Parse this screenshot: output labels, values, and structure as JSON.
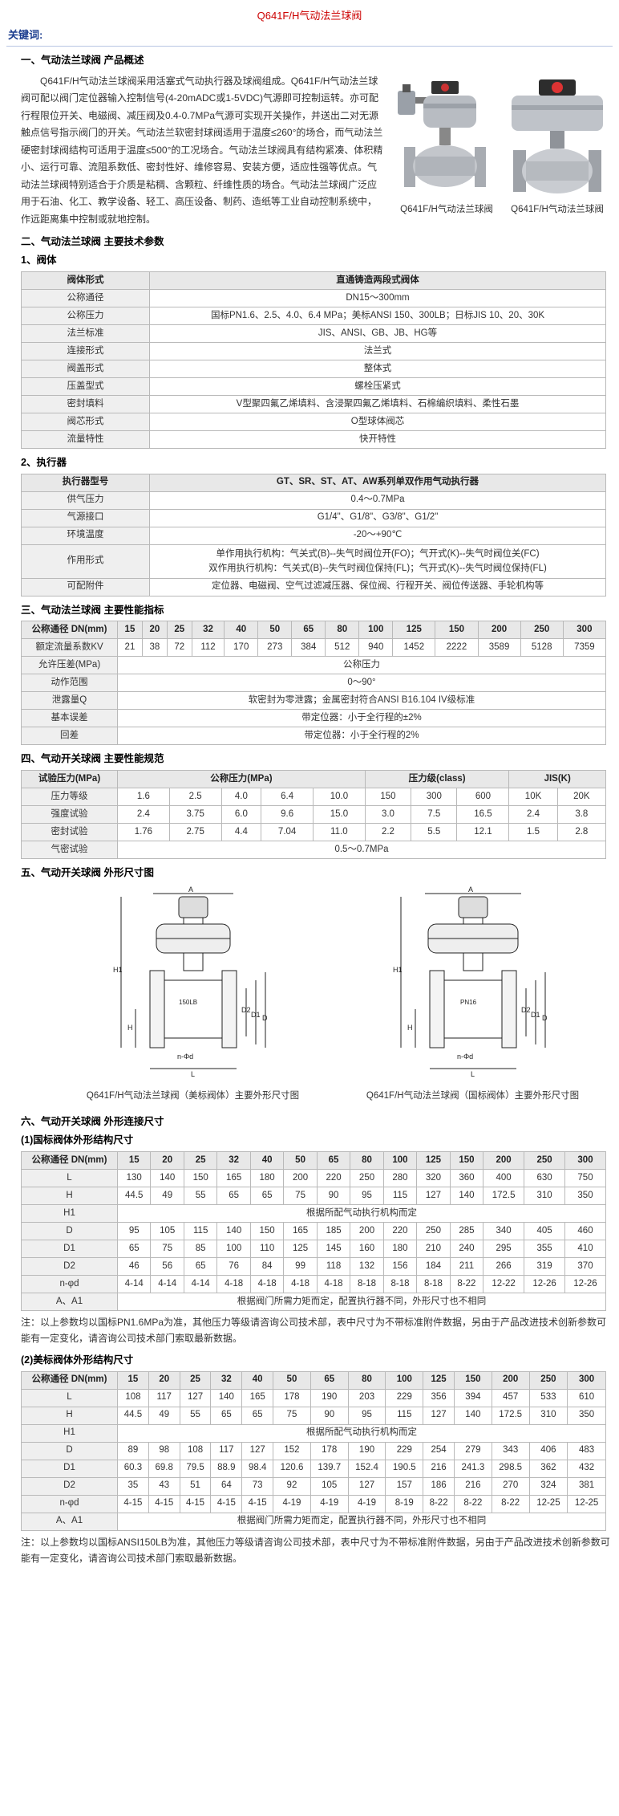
{
  "page_title": "Q641F/H气动法兰球阀",
  "keywords_label": "关键词:",
  "s1": {
    "heading": "一、气动法兰球阀 产品概述",
    "body": "Q641F/H气动法兰球阀采用活塞式气动执行器及球阀组成。Q641F/H气动法兰球阀可配以阀门定位器输入控制信号(4-20mADC或1-5VDC)气源即可控制运转。亦可配行程限位开关、电磁阀、减压阀及0.4-0.7MPa气源可实现开关操作，并送出二对无源触点信号指示阀门的开关。气动法兰软密封球阀适用于温度≤260°的场合，而气动法兰硬密封球阀结构可适用于温度≤500°的工况场合。气动法兰球阀具有结构紧凑、体积精小、运行可靠、流阻系数低、密封性好、维修容易、安装方便，适应性强等优点。气动法兰球阀特别适合于介质是粘稠、含颗粒、纤维性质的场合。气动法兰球阀广泛应用于石油、化工、教学设备、轻工、高压设备、制药、造纸等工业自动控制系统中，作远距离集中控制或就地控制。",
    "pic1_caption": "Q641F/H气动法兰球阀",
    "pic2_caption": "Q641F/H气动法兰球阀"
  },
  "s2": {
    "heading": "二、气动法兰球阀 主要技术参数",
    "sub1": "1、阀体",
    "valve_head": [
      "阀体形式",
      "直通铸造两段式阀体"
    ],
    "valve_rows": [
      [
        "公称通径",
        "DN15～300mm"
      ],
      [
        "公称压力",
        "国标PN1.6、2.5、4.0、6.4 MPa；美标ANSI 150、300LB；日标JIS 10、20、30K"
      ],
      [
        "法兰标准",
        "JIS、ANSI、GB、JB、HG等"
      ],
      [
        "连接形式",
        "法兰式"
      ],
      [
        "阀盖形式",
        "整体式"
      ],
      [
        "压盖型式",
        "螺栓压紧式"
      ],
      [
        "密封填料",
        "V型聚四氟乙烯填料、含浸聚四氟乙烯填料、石棉编织填料、柔性石墨"
      ],
      [
        "阀芯形式",
        "O型球体阀芯"
      ],
      [
        "流量特性",
        "快开特性"
      ]
    ],
    "sub2": "2、执行器",
    "act_head": [
      "执行器型号",
      "GT、SR、ST、AT、AW系列单双作用气动执行器"
    ],
    "act_rows": [
      [
        "供气压力",
        "0.4～0.7MPa"
      ],
      [
        "气源接口",
        "G1/4\"、G1/8\"、G3/8\"、G1/2\""
      ],
      [
        "环境温度",
        "-20～+90℃"
      ]
    ],
    "act_mode_label": "作用形式",
    "act_mode_line1": "单作用执行机构：气关式(B)--失气时阀位开(FO)；气开式(K)--失气时阀位关(FC)",
    "act_mode_line2": "双作用执行机构：气关式(B)--失气时阀位保持(FL)；气开式(K)--失气时阀位保持(FL)",
    "act_acc": [
      "可配附件",
      "定位器、电磁阀、空气过滤减压器、保位阀、行程开关、阀位传送器、手轮机构等"
    ]
  },
  "s3": {
    "heading": "三、气动法兰球阀 主要性能指标",
    "dn_label": "公称通径 DN(mm)",
    "dn": [
      "15",
      "20",
      "25",
      "32",
      "40",
      "50",
      "65",
      "80",
      "100",
      "125",
      "150",
      "200",
      "250",
      "300"
    ],
    "kv_label": "额定流量系数KV",
    "kv": [
      "21",
      "38",
      "72",
      "112",
      "170",
      "273",
      "384",
      "512",
      "940",
      "1452",
      "2222",
      "3589",
      "5128",
      "7359"
    ],
    "rows": [
      [
        "允许压差(MPa)",
        "公称压力"
      ],
      [
        "动作范围",
        "0～90°"
      ],
      [
        "泄露量Q",
        "软密封为零泄露；金属密封符合ANSI B16.104 IV级标准"
      ],
      [
        "基本误差",
        "带定位器：小于全行程的±2%"
      ],
      [
        "回差",
        "带定位器：小于全行程的2%"
      ]
    ]
  },
  "s4": {
    "heading": "四、气动开关球阀 主要性能规范",
    "head": [
      "试验压力(MPa)",
      "公称压力(MPa)",
      "压力级(class)",
      "JIS(K)"
    ],
    "rows": [
      [
        "压力等级",
        "1.6",
        "2.5",
        "4.0",
        "6.4",
        "10.0",
        "150",
        "300",
        "600",
        "10K",
        "20K"
      ],
      [
        "强度试验",
        "2.4",
        "3.75",
        "6.0",
        "9.6",
        "15.0",
        "3.0",
        "7.5",
        "16.5",
        "2.4",
        "3.8"
      ],
      [
        "密封试验",
        "1.76",
        "2.75",
        "4.4",
        "7.04",
        "11.0",
        "2.2",
        "5.5",
        "12.1",
        "1.5",
        "2.8"
      ]
    ],
    "air_row": [
      "气密试验",
      "0.5～0.7MPa"
    ]
  },
  "s5": {
    "heading": "五、气动开关球阀 外形尺寸图",
    "cap1": "Q641F/H气动法兰球阀（美标阀体）主要外形尺寸图",
    "cap2": "Q641F/H气动法兰球阀（国标阀体）主要外形尺寸图",
    "lbl": {
      "A": "A",
      "H1": "H1",
      "H": "H",
      "D": "D",
      "D1": "D1",
      "D2": "D2",
      "L": "L",
      "nphi": "n-Φd",
      "v1": "150LB",
      "v2": "PN16"
    }
  },
  "s6": {
    "heading": "六、气动开关球阀 外形连接尺寸",
    "t1_title": "(1)国标阀体外形结构尺寸",
    "t1_dn_label": "公称通径 DN(mm)",
    "t1_dn": [
      "15",
      "20",
      "25",
      "32",
      "40",
      "50",
      "65",
      "80",
      "100",
      "125",
      "150",
      "200",
      "250",
      "300"
    ],
    "t1_rows": [
      [
        "L",
        "130",
        "140",
        "150",
        "165",
        "180",
        "200",
        "220",
        "250",
        "280",
        "320",
        "360",
        "400",
        "630",
        "750"
      ],
      [
        "H",
        "44.5",
        "49",
        "55",
        "65",
        "65",
        "75",
        "90",
        "95",
        "115",
        "127",
        "140",
        "172.5",
        "310",
        "350"
      ]
    ],
    "t1_h1": [
      "H1",
      "根据所配气动执行机构而定"
    ],
    "t1_rows2": [
      [
        "D",
        "95",
        "105",
        "115",
        "140",
        "150",
        "165",
        "185",
        "200",
        "220",
        "250",
        "285",
        "340",
        "405",
        "460"
      ],
      [
        "D1",
        "65",
        "75",
        "85",
        "100",
        "110",
        "125",
        "145",
        "160",
        "180",
        "210",
        "240",
        "295",
        "355",
        "410"
      ],
      [
        "D2",
        "46",
        "56",
        "65",
        "76",
        "84",
        "99",
        "118",
        "132",
        "156",
        "184",
        "211",
        "266",
        "319",
        "370"
      ],
      [
        "n-φd",
        "4-14",
        "4-14",
        "4-14",
        "4-18",
        "4-18",
        "4-18",
        "4-18",
        "8-18",
        "8-18",
        "8-18",
        "8-22",
        "12-22",
        "12-26",
        "12-26"
      ]
    ],
    "t1_a": [
      "A、A1",
      "根据阀门所需力矩而定，配置执行器不同，外形尺寸也不相同"
    ],
    "note1": "注：以上参数均以国标PN1.6MPa为准，其他压力等级请咨询公司技术部，表中尺寸为不带标准附件数据，另由于产品改进技术创新参数可能有一定变化，请咨询公司技术部门索取最新数据。",
    "t2_title": "(2)美标阀体外形结构尺寸",
    "t2_dn_label": "公称通径 DN(mm)",
    "t2_dn": [
      "15",
      "20",
      "25",
      "32",
      "40",
      "50",
      "65",
      "80",
      "100",
      "125",
      "150",
      "200",
      "250",
      "300"
    ],
    "t2_rows": [
      [
        "L",
        "108",
        "117",
        "127",
        "140",
        "165",
        "178",
        "190",
        "203",
        "229",
        "356",
        "394",
        "457",
        "533",
        "610"
      ],
      [
        "H",
        "44.5",
        "49",
        "55",
        "65",
        "65",
        "75",
        "90",
        "95",
        "115",
        "127",
        "140",
        "172.5",
        "310",
        "350"
      ]
    ],
    "t2_h1": [
      "H1",
      "根据所配气动执行机构而定"
    ],
    "t2_rows2": [
      [
        "D",
        "89",
        "98",
        "108",
        "117",
        "127",
        "152",
        "178",
        "190",
        "229",
        "254",
        "279",
        "343",
        "406",
        "483"
      ],
      [
        "D1",
        "60.3",
        "69.8",
        "79.5",
        "88.9",
        "98.4",
        "120.6",
        "139.7",
        "152.4",
        "190.5",
        "216",
        "241.3",
        "298.5",
        "362",
        "432"
      ],
      [
        "D2",
        "35",
        "43",
        "51",
        "64",
        "73",
        "92",
        "105",
        "127",
        "157",
        "186",
        "216",
        "270",
        "324",
        "381"
      ],
      [
        "n-φd",
        "4-15",
        "4-15",
        "4-15",
        "4-15",
        "4-15",
        "4-19",
        "4-19",
        "4-19",
        "8-19",
        "8-22",
        "8-22",
        "8-22",
        "12-25",
        "12-25"
      ]
    ],
    "t2_a": [
      "A、A1",
      "根据阀门所需力矩而定，配置执行器不同，外形尺寸也不相同"
    ],
    "note2": "注：以上参数均以国标ANSI150LB为准，其他压力等级请咨询公司技术部，表中尺寸为不带标准附件数据，另由于产品改进技术创新参数可能有一定变化，请咨询公司技术部门索取最新数据。"
  }
}
